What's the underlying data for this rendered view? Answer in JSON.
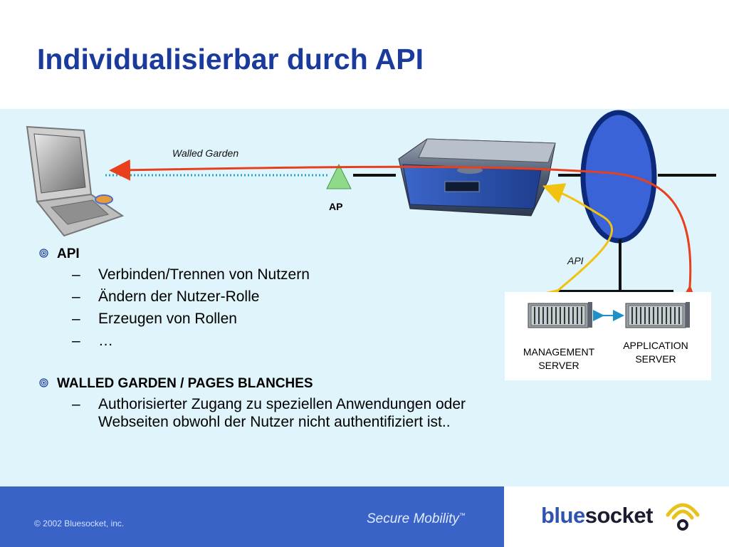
{
  "slide": {
    "title": "Individualisierbar durch API"
  },
  "diagram": {
    "walled_garden_label": "Walled Garden",
    "ap_label": "AP",
    "api_label": "API",
    "management_server_label_line1": "MANAGEMENT",
    "management_server_label_line2": "SERVER",
    "application_server_label_line1": "APPLICATION",
    "application_server_label_line2": "SERVER",
    "colors": {
      "red_arrow": "#e8401c",
      "yellow_arrow": "#f2c20e",
      "dotted_link": "#2aa3c6",
      "network_ellipse": "#3a63d8",
      "ellipse_border": "#0d2a7a",
      "ap_triangle": "#8ed98a"
    }
  },
  "bullets": [
    {
      "heading": "API",
      "items": [
        "Verbinden/Trennen von Nutzern",
        "Ändern der Nutzer-Rolle",
        "Erzeugen von Rollen",
        "…"
      ]
    },
    {
      "heading": "WALLED GARDEN / PAGES BLANCHES",
      "items": [
        "Authorisierter Zugang zu speziellen Anwendungen oder Webseiten obwohl der Nutzer nicht authentifiziert ist.."
      ]
    }
  ],
  "footer": {
    "copyright": "© 2002 Bluesocket, inc.",
    "tagline": "Secure Mobility",
    "trademark": "™",
    "logo_part1": "blue",
    "logo_part2": "socket"
  },
  "icons": {
    "bullet": "circle-bullet-icon",
    "laptop": "laptop-icon",
    "gateway": "gateway-device-icon",
    "access_point": "access-point-icon",
    "server_rack": "server-rack-icon",
    "wifi_logo": "wifi-signal-icon"
  }
}
